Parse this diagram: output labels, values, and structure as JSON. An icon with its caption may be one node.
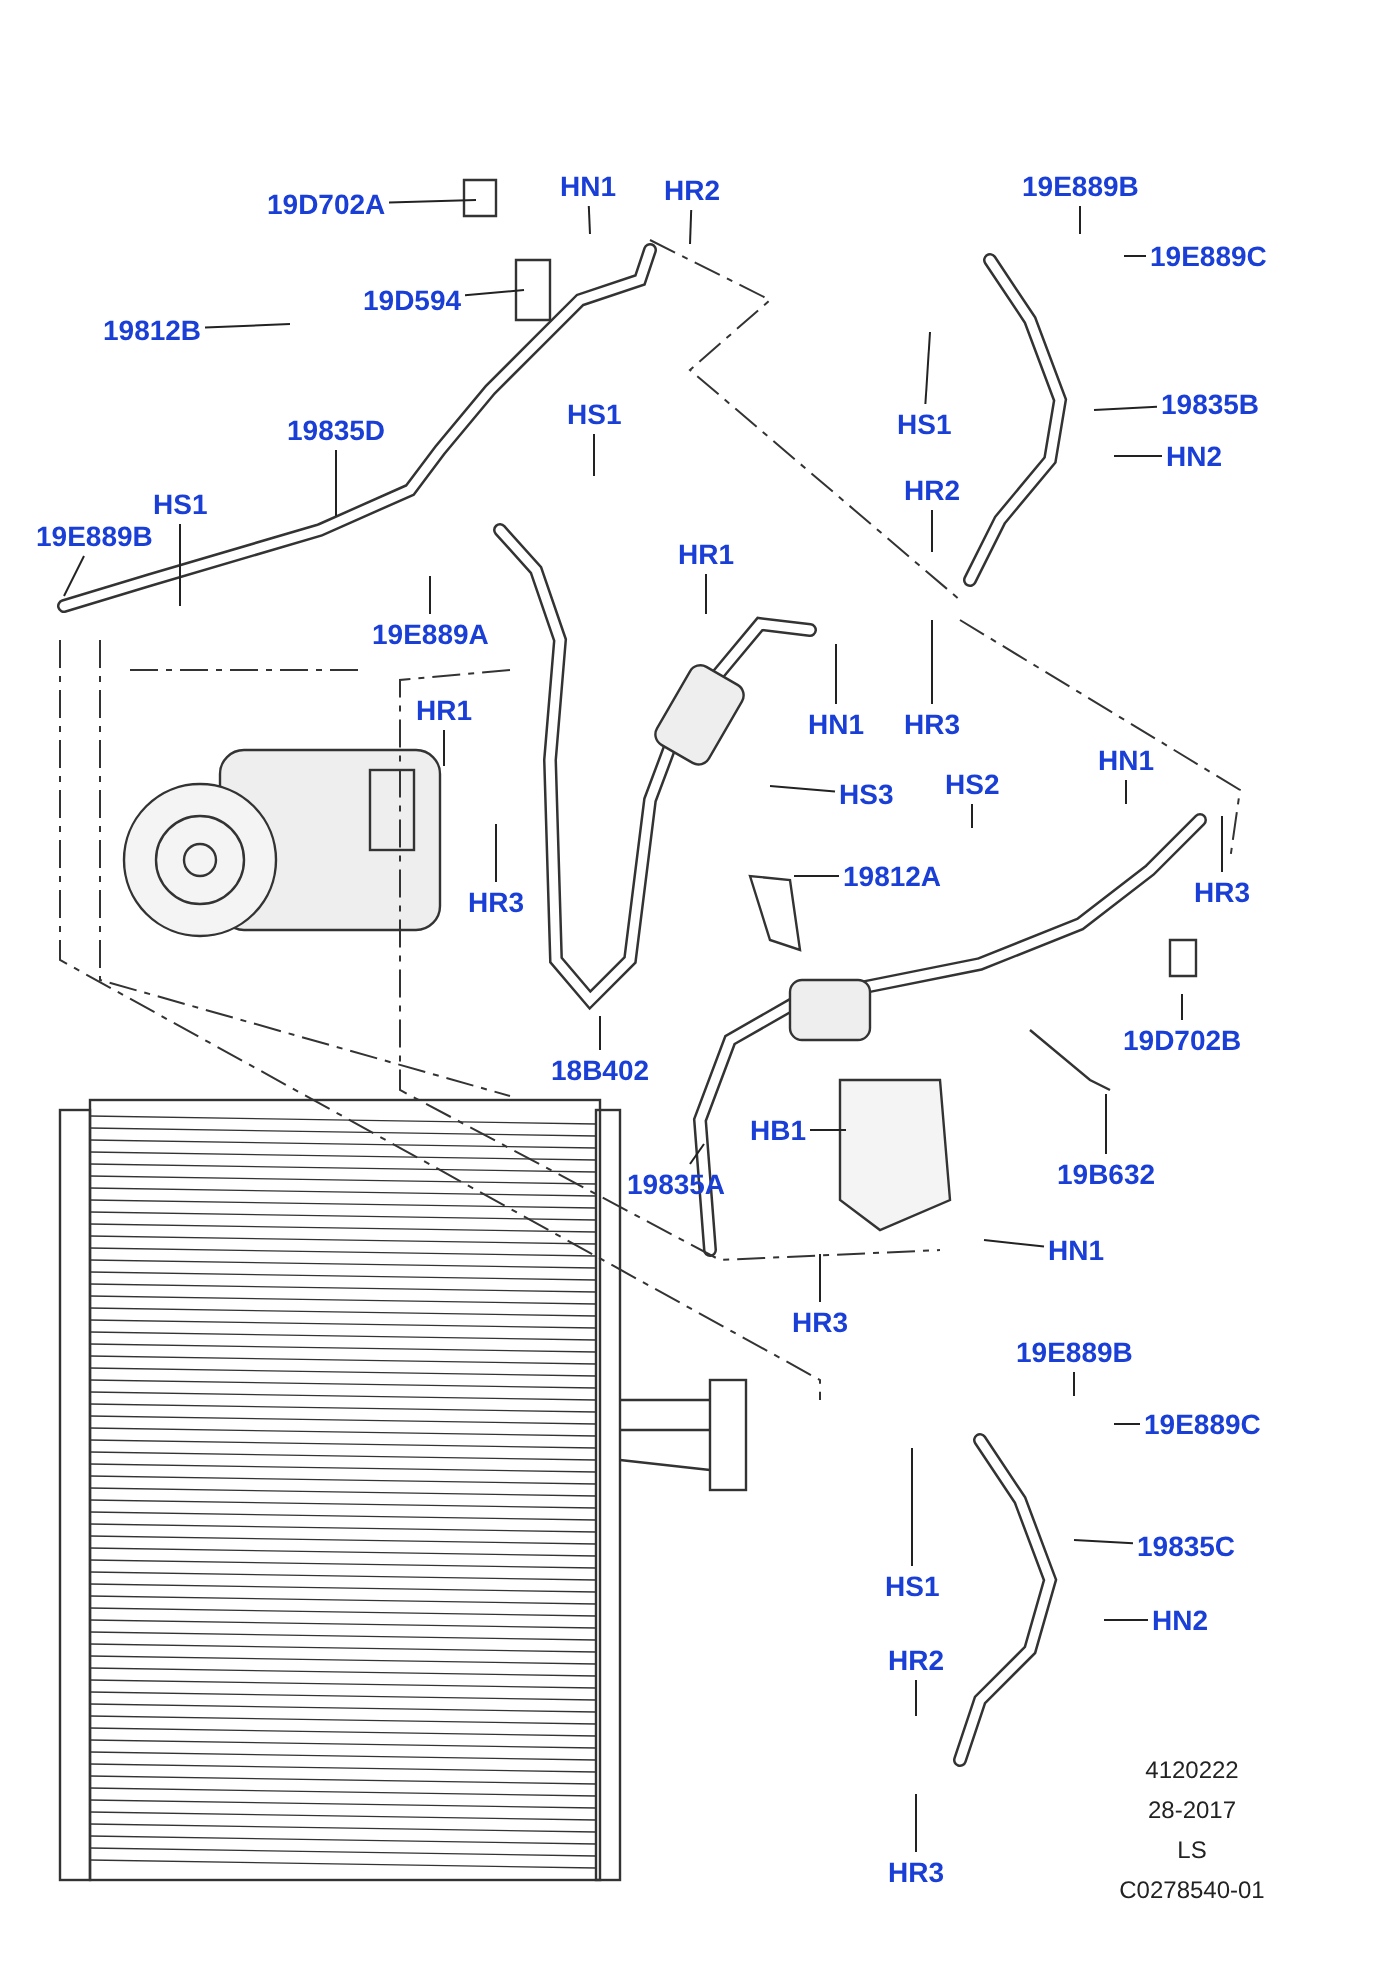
{
  "diagram": {
    "nodes": [
      {
        "text": [
          "19D702A"
        ]
      },
      {
        "text": [
          "HN1"
        ]
      },
      {
        "text": [
          "HR2"
        ]
      },
      {
        "text": [
          "19D594"
        ]
      },
      {
        "text": [
          "19812B"
        ]
      },
      {
        "text": [
          "19E889B"
        ]
      },
      {
        "text": [
          "19E889C"
        ]
      },
      {
        "text": [
          "19835D"
        ]
      },
      {
        "text": [
          "HS1"
        ]
      },
      {
        "text": [
          "19835B"
        ]
      },
      {
        "text": [
          "HS1"
        ]
      },
      {
        "text": [
          "HN2"
        ]
      },
      {
        "text": [
          "HS1"
        ]
      },
      {
        "text": [
          "19E889B"
        ]
      },
      {
        "text": [
          "HR2"
        ]
      },
      {
        "text": [
          "HR1"
        ]
      },
      {
        "text": [
          "19E889A"
        ]
      },
      {
        "text": [
          "HN1"
        ]
      },
      {
        "text": [
          "HR3"
        ]
      },
      {
        "text": [
          "HR1"
        ]
      },
      {
        "text": [
          "HN1"
        ]
      },
      {
        "text": [
          "HS2"
        ]
      },
      {
        "text": [
          "HS3"
        ]
      },
      {
        "text": [
          "HR3"
        ]
      },
      {
        "text": [
          "HR3"
        ]
      },
      {
        "text": [
          "19812A"
        ]
      },
      {
        "text": [
          "19D702B"
        ]
      },
      {
        "text": [
          "18B402"
        ]
      },
      {
        "text": [
          "19835A"
        ]
      },
      {
        "text": [
          "HB1"
        ]
      },
      {
        "text": [
          "19B632"
        ]
      },
      {
        "text": [
          "HN1"
        ]
      },
      {
        "text": [
          "HR3"
        ]
      },
      {
        "text": [
          "19E889B"
        ]
      },
      {
        "text": [
          "19E889C"
        ]
      },
      {
        "text": [
          "HS1"
        ]
      },
      {
        "text": [
          "19835C"
        ]
      },
      {
        "text": [
          "HN2"
        ]
      },
      {
        "text": [
          "HR2"
        ]
      },
      {
        "text": [
          "HR3"
        ]
      }
    ],
    "edges": [
      {
        "from": 0,
        "to": null,
        "arrow": "none"
      },
      {
        "from": 1,
        "to": null,
        "arrow": "none"
      },
      {
        "from": 2,
        "to": null,
        "arrow": "none"
      },
      {
        "from": 3,
        "to": null,
        "arrow": "none"
      },
      {
        "from": 4,
        "to": null,
        "arrow": "none"
      },
      {
        "from": 5,
        "to": null,
        "arrow": "none"
      },
      {
        "from": 6,
        "to": null,
        "arrow": "none"
      },
      {
        "from": 7,
        "to": null,
        "arrow": "none"
      },
      {
        "from": 8,
        "to": null,
        "arrow": "none"
      },
      {
        "from": 9,
        "to": null,
        "arrow": "none"
      },
      {
        "from": 10,
        "to": null,
        "arrow": "none"
      },
      {
        "from": 11,
        "to": null,
        "arrow": "none"
      },
      {
        "from": 12,
        "to": null,
        "arrow": "none"
      },
      {
        "from": 13,
        "to": null,
        "arrow": "none"
      },
      {
        "from": 14,
        "to": null,
        "arrow": "none"
      },
      {
        "from": 15,
        "to": null,
        "arrow": "none"
      },
      {
        "from": 16,
        "to": null,
        "arrow": "none"
      },
      {
        "from": 17,
        "to": null,
        "arrow": "none"
      },
      {
        "from": 18,
        "to": null,
        "arrow": "none"
      },
      {
        "from": 19,
        "to": null,
        "arrow": "none"
      },
      {
        "from": 20,
        "to": null,
        "arrow": "none"
      },
      {
        "from": 21,
        "to": null,
        "arrow": "none"
      },
      {
        "from": 22,
        "to": null,
        "arrow": "none"
      },
      {
        "from": 23,
        "to": null,
        "arrow": "none"
      },
      {
        "from": 24,
        "to": null,
        "arrow": "none"
      },
      {
        "from": 25,
        "to": null,
        "arrow": "none"
      },
      {
        "from": 26,
        "to": null,
        "arrow": "none"
      },
      {
        "from": 27,
        "to": null,
        "arrow": "none"
      },
      {
        "from": 28,
        "to": null,
        "arrow": "none"
      },
      {
        "from": 29,
        "to": null,
        "arrow": "none"
      },
      {
        "from": 30,
        "to": null,
        "arrow": "none"
      },
      {
        "from": 31,
        "to": null,
        "arrow": "none"
      },
      {
        "from": 32,
        "to": null,
        "arrow": "none"
      },
      {
        "from": 33,
        "to": null,
        "arrow": "none"
      },
      {
        "from": 34,
        "to": null,
        "arrow": "none"
      },
      {
        "from": 35,
        "to": null,
        "arrow": "none"
      },
      {
        "from": 36,
        "to": null,
        "arrow": "none"
      },
      {
        "from": 37,
        "to": null,
        "arrow": "none"
      },
      {
        "from": 38,
        "to": null,
        "arrow": "none"
      },
      {
        "from": 39,
        "to": null,
        "arrow": "none"
      }
    ],
    "labels": [
      "4120222",
      "28-2017",
      "LS",
      "C0278540-01"
    ]
  }
}
